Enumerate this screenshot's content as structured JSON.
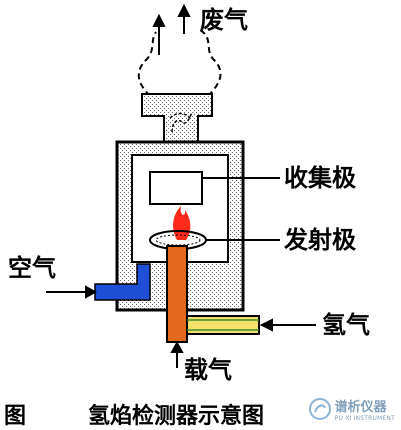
{
  "labels": {
    "exhaust": "废气",
    "collector": "收集极",
    "emitter": "发射极",
    "air": "空气",
    "hydrogen": "氢气",
    "carrier": "载气"
  },
  "caption": {
    "figure": "图",
    "title": "氢焰检测器示意图"
  },
  "watermark": {
    "name": "谱析仪器",
    "sub": "PU XI INSTRUMENT"
  },
  "colors": {
    "air_pipe": "#1f4fd6",
    "carrier_pipe": "#e2691e",
    "hydrogen_pipe": "#f1e06a",
    "flame": "#ff2a1a",
    "shell": "#000000"
  }
}
